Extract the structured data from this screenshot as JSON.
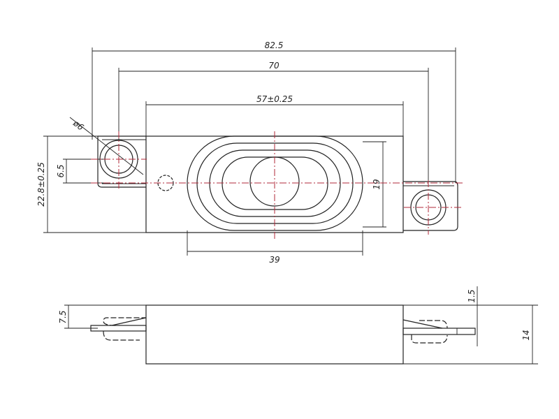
{
  "top_view": {
    "dim_overall": "82.5",
    "dim_hole_spacing": "70",
    "dim_body_length": "57±0.25",
    "dim_hole_dia": "ø6",
    "dim_height": "22.8±0.25",
    "dim_hole_offset": "6.5",
    "dim_cone_height": "19",
    "dim_cone_length": "39"
  },
  "side_view": {
    "dim_tab_offset": "7.5",
    "dim_tab_thickness": "1.5",
    "dim_depth": "14"
  },
  "colors": {
    "line": "#222222",
    "centerline": "#b0283a"
  }
}
